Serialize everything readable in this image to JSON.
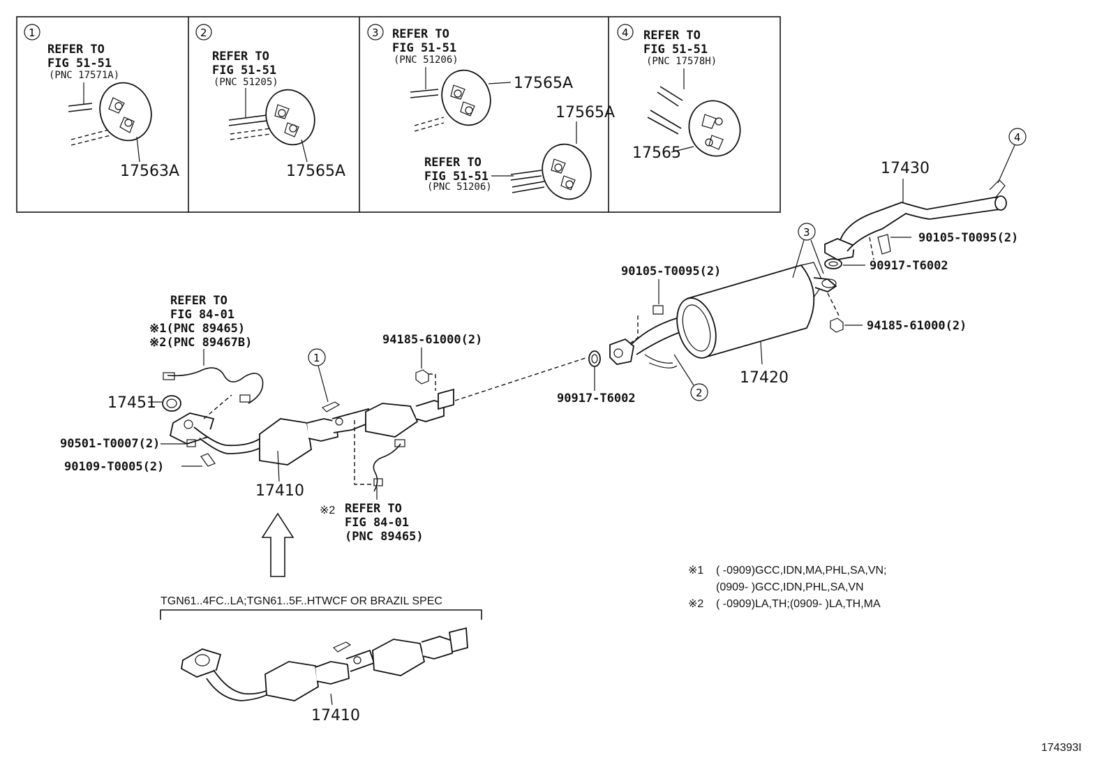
{
  "insets": [
    {
      "num": "1",
      "refer": [
        "REFER TO",
        "FIG 51-51",
        "(PNC 17571A)"
      ],
      "part": "17563A"
    },
    {
      "num": "2",
      "refer": [
        "REFER TO",
        "FIG 51-51",
        "(PNC 51205)"
      ],
      "part": "17565A"
    },
    {
      "num": "3",
      "refer": [
        "REFER TO",
        "FIG 51-51",
        "(PNC 51206)"
      ],
      "part": "17565A",
      "refer2": [
        "REFER TO",
        "FIG 51-51",
        "(PNC 51206)"
      ],
      "part2": "17565A"
    },
    {
      "num": "4",
      "refer": [
        "REFER TO",
        "FIG 51-51",
        "(PNC 17578H)"
      ],
      "part": "17565"
    }
  ],
  "sensor_ref": [
    "REFER TO",
    "FIG 84-01",
    "※1(PNC 89465)",
    "※2(PNC 89467B)"
  ],
  "sensor_ref2": [
    "※2",
    "REFER TO",
    "FIG 84-01",
    "(PNC 89465)"
  ],
  "labels": {
    "p17451": "17451",
    "p90501": "90501-T0007(2)",
    "p90109": "90109-T0005(2)",
    "p17410": "17410",
    "p17410b": "17410",
    "p94185a": "94185-61000(2)",
    "p90917a": "90917-T6002",
    "p90105a": "90105-T0095(2)",
    "p17420": "17420",
    "p17430": "17430",
    "p90105b": "90105-T0095(2)",
    "p90917b": "90917-T6002",
    "p94185b": "94185-61000(2)",
    "c1": "1",
    "c2": "2",
    "c3": "3",
    "c4": "4"
  },
  "spec_label": "TGN61..4FC..LA;TGN61..5F..HTWCF OR  BRAZIL SPEC",
  "notes": [
    {
      "mark": "※1",
      "text": "(       -0909)GCC,IDN,MA,PHL,SA,VN;"
    },
    {
      "mark": "",
      "text": "(0909-       )GCC,IDN,PHL,SA,VN"
    },
    {
      "mark": "※2",
      "text": "(       -0909)LA,TH;(0909-       )LA,TH,MA"
    }
  ],
  "figure_id": "174393I"
}
